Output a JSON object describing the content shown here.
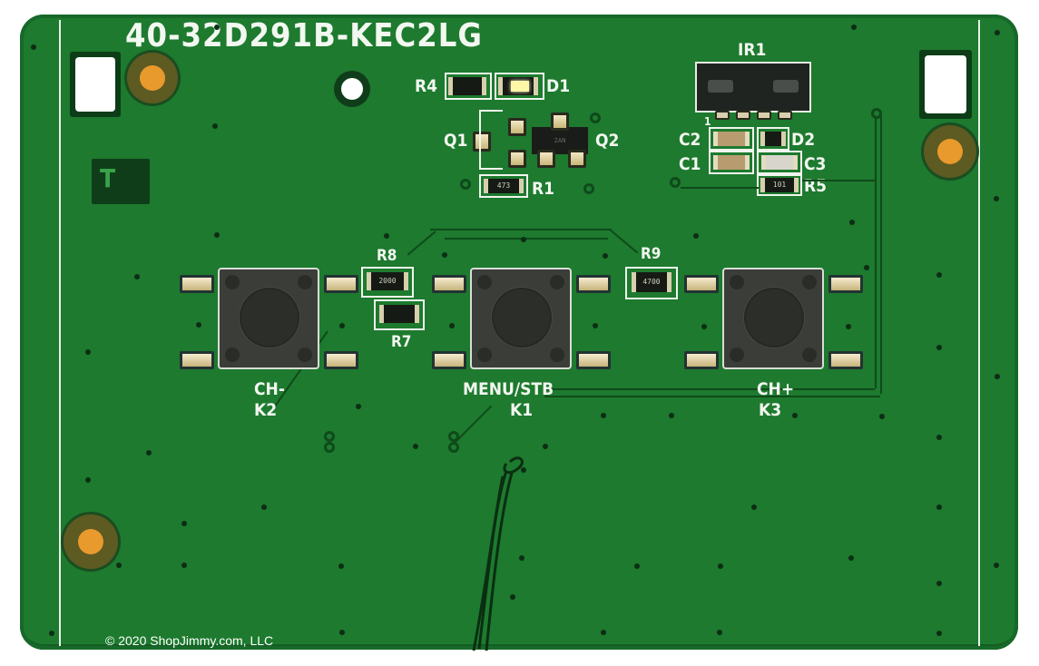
{
  "board": {
    "part_number": "40-32D291B-KEC2LG",
    "colors": {
      "solder_mask": "#1d7a2e",
      "silkscreen": "#f2f7f0",
      "pad_gold": "#e89a2c",
      "background": "#ffffff"
    }
  },
  "silkscreen_labels": {
    "r4": "R4",
    "d1": "D1",
    "q1": "Q1",
    "q2": "Q2",
    "r1": "R1",
    "ir1": "IR1",
    "ir_pin1": "1",
    "c2": "C2",
    "d2": "D2",
    "c1": "C1",
    "c3": "C3",
    "r5": "R5",
    "r8": "R8",
    "r7": "R7",
    "r9": "R9",
    "test_marker": "T"
  },
  "resistor_codes": {
    "r1": "473",
    "r5": "101",
    "r8": "2000",
    "r9": "4700",
    "q2": "2AN"
  },
  "buttons": [
    {
      "function": "CH-",
      "ref": "K2"
    },
    {
      "function": "MENU/STB",
      "ref": "K1"
    },
    {
      "function": "CH+",
      "ref": "K3"
    }
  ],
  "watermark": "© 2020 ShopJimmy.com, LLC"
}
